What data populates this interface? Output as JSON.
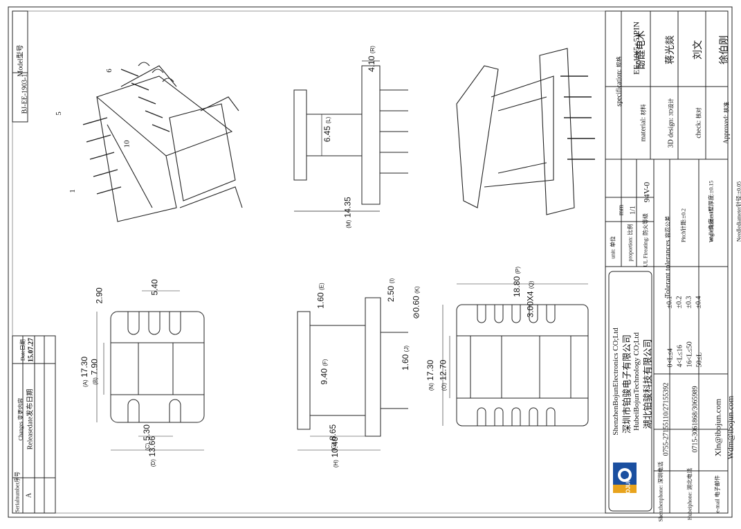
{
  "model_label": "Model型号",
  "model_value": "BJ-EE-1903-1",
  "pins": {
    "p1": "1",
    "p5": "5",
    "p6": "6",
    "p10": "10"
  },
  "dims": {
    "d410": "4.10",
    "r": "(R)",
    "d645": "6.45",
    "l": "(L)",
    "d1435": "14.35",
    "m": "(M)",
    "d540": "5.40",
    "d290": "2.90",
    "d1730a": "17.30",
    "a": "(A)",
    "d790": "7.90",
    "b": "(B)",
    "d530": "5.30",
    "c": "(C)",
    "d1366": "13.66",
    "d": "(D)",
    "d160a": "1.60",
    "e": "(E)",
    "d250": "2.50",
    "i": "(I)",
    "d060": "⊘0.60",
    "k": "(K)",
    "d940": "9.40",
    "f": "(F)",
    "d160b": "1.60",
    "j": "(J)",
    "d865": "8.65",
    "g": "(G)",
    "d1040": "10.40",
    "h": "(H)",
    "d1880": "18.80",
    "p": "(P)",
    "d300x4": "3.00X4",
    "q": "(Q)",
    "d1730b": "17.30",
    "n": "(N)",
    "d1270": "12.70",
    "o": "(O)"
  },
  "title_block": {
    "spec_label": "specification:",
    "spec_cn": "规格",
    "spec_value": "EE-19(5+5)PIN",
    "material_label": "material:",
    "material_cn": "材料",
    "material_value": "酚醛电木",
    "design_label": "3D design:",
    "design_cn": "3D设计",
    "design_value": "蒋光燚",
    "check_label": "check:",
    "check_cn": "核对",
    "check_value": "刘文",
    "approved_label": "Approved:",
    "approved_cn": "核准",
    "approved_value": "徐伯刚",
    "unit_label": "unit:",
    "unit_cn": "单位",
    "unit_value": "mm",
    "prop_label": "proportion:",
    "prop_cn": "比例",
    "prop_value": "1/1",
    "fire_label": "UL Fireating:",
    "fire_cn": "防火等级",
    "fire_value": "94V-0",
    "tol_title": "Tolerant tolerances",
    "tol_cn": "容忍公差",
    "tol_rows": [
      "0<L≤4",
      "4<L≤16",
      "16<L≤50",
      "50≤L"
    ],
    "tol_vals": [
      "±0.1",
      "±0.2",
      "±0.3",
      "±0.4"
    ],
    "pitch": "Pitch针距:±0.2",
    "wall": "Wallthickness壁厚度:±0.15",
    "angle": "angle角度:±1°",
    "needle": "Needlediameter针径:±0.05",
    "co1": "ShenzhenBojunElectronics CO;Ltd",
    "co2": "深圳市铂骏电子有限公司",
    "co3": "HubeiBojunTechnology CO;Ltd",
    "co4": "湖北铂骏科技有限公司",
    "sz_label": "Shenzhenphone:",
    "sz_cn": "深圳电话",
    "sz_value": "0755-27155110/27155392",
    "hb_label": "Hubeiphone:",
    "hb_cn": "湖北电话",
    "hb_value": "0715-3061868/3065989",
    "mail_label": "e-mail",
    "mail_cn": "电子邮件",
    "mail1": "Xln@ibojun.com",
    "mail2": "Wdm@ibojun.com",
    "logo": "BOJUN"
  },
  "changes": {
    "serial": "Serialnumber序号",
    "changes": "Changes 变更内容",
    "date": "Date日期",
    "serial_val": "A",
    "change_val": "Releasedate发布日期",
    "date_val": "15.07.27"
  }
}
